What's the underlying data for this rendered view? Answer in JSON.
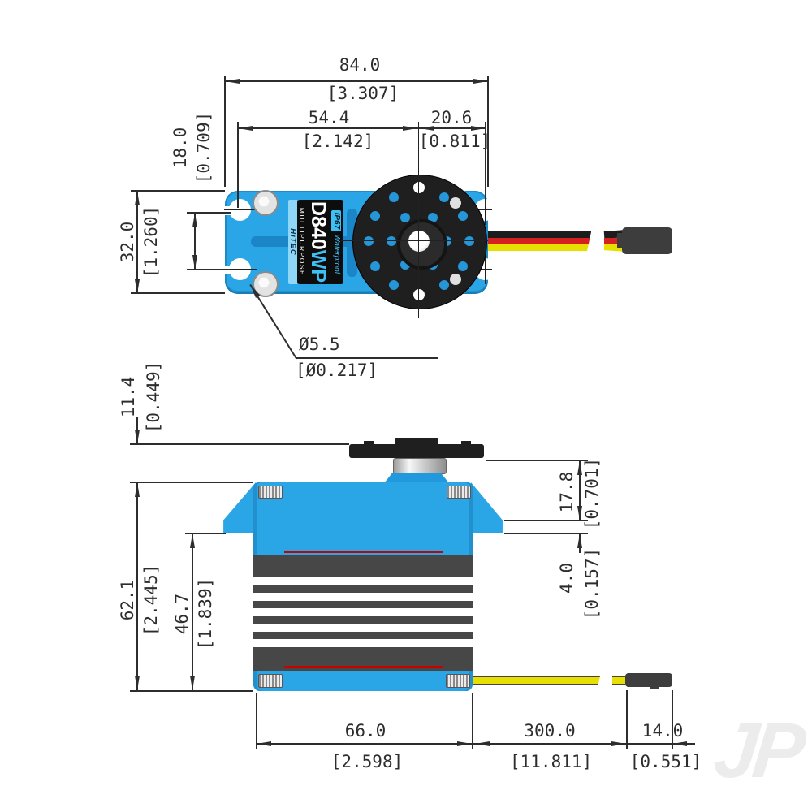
{
  "colors": {
    "line": "#2d2d2d",
    "blue": "#2aa5e6",
    "blue_dark": "#1a86c8",
    "part_black": "#1f1f1f",
    "gray_body": "#474747",
    "seal_red": "#c80000",
    "wire_black": "#1c1c1c",
    "wire_red": "#d42020",
    "wire_yellow": "#e6df00",
    "connector": "#3d3d3d",
    "label_blue": "#3fc0f5",
    "watermark": "#ececec"
  },
  "top": {
    "width_mm": "84.0",
    "width_in": "[3.307]",
    "left_mm": "54.4",
    "left_in": "[2.142]",
    "right_mm": "20.6",
    "right_in": "[0.811]",
    "slots_mm": "18.0",
    "slots_in": "[0.709]",
    "height_mm": "32.0",
    "height_in": "[1.260]",
    "hole_mm": "Ø5.5",
    "hole_in": "[Ø0.217]",
    "label": {
      "ip": "IP67",
      "waterproof": "Waterproof",
      "model": "D840",
      "suffix": "WP",
      "type": "MULTIPURPOSE",
      "brand": "HiTEC"
    }
  },
  "side": {
    "horn_mm": "11.4",
    "horn_in": "[0.449]",
    "total_mm": "62.1",
    "total_in": "[2.445]",
    "body_mm": "46.7",
    "body_in": "[1.839]",
    "horn_flange_mm": "17.8",
    "horn_flange_in": "[0.701]",
    "flange_mm": "4.0",
    "flange_in": "[0.157]",
    "case_mm": "66.0",
    "case_in": "[2.598]",
    "wire_mm": "300.0",
    "wire_in": "[11.811]",
    "conn_mm": "14.0",
    "conn_in": "[0.551]"
  },
  "watermark": "JP"
}
